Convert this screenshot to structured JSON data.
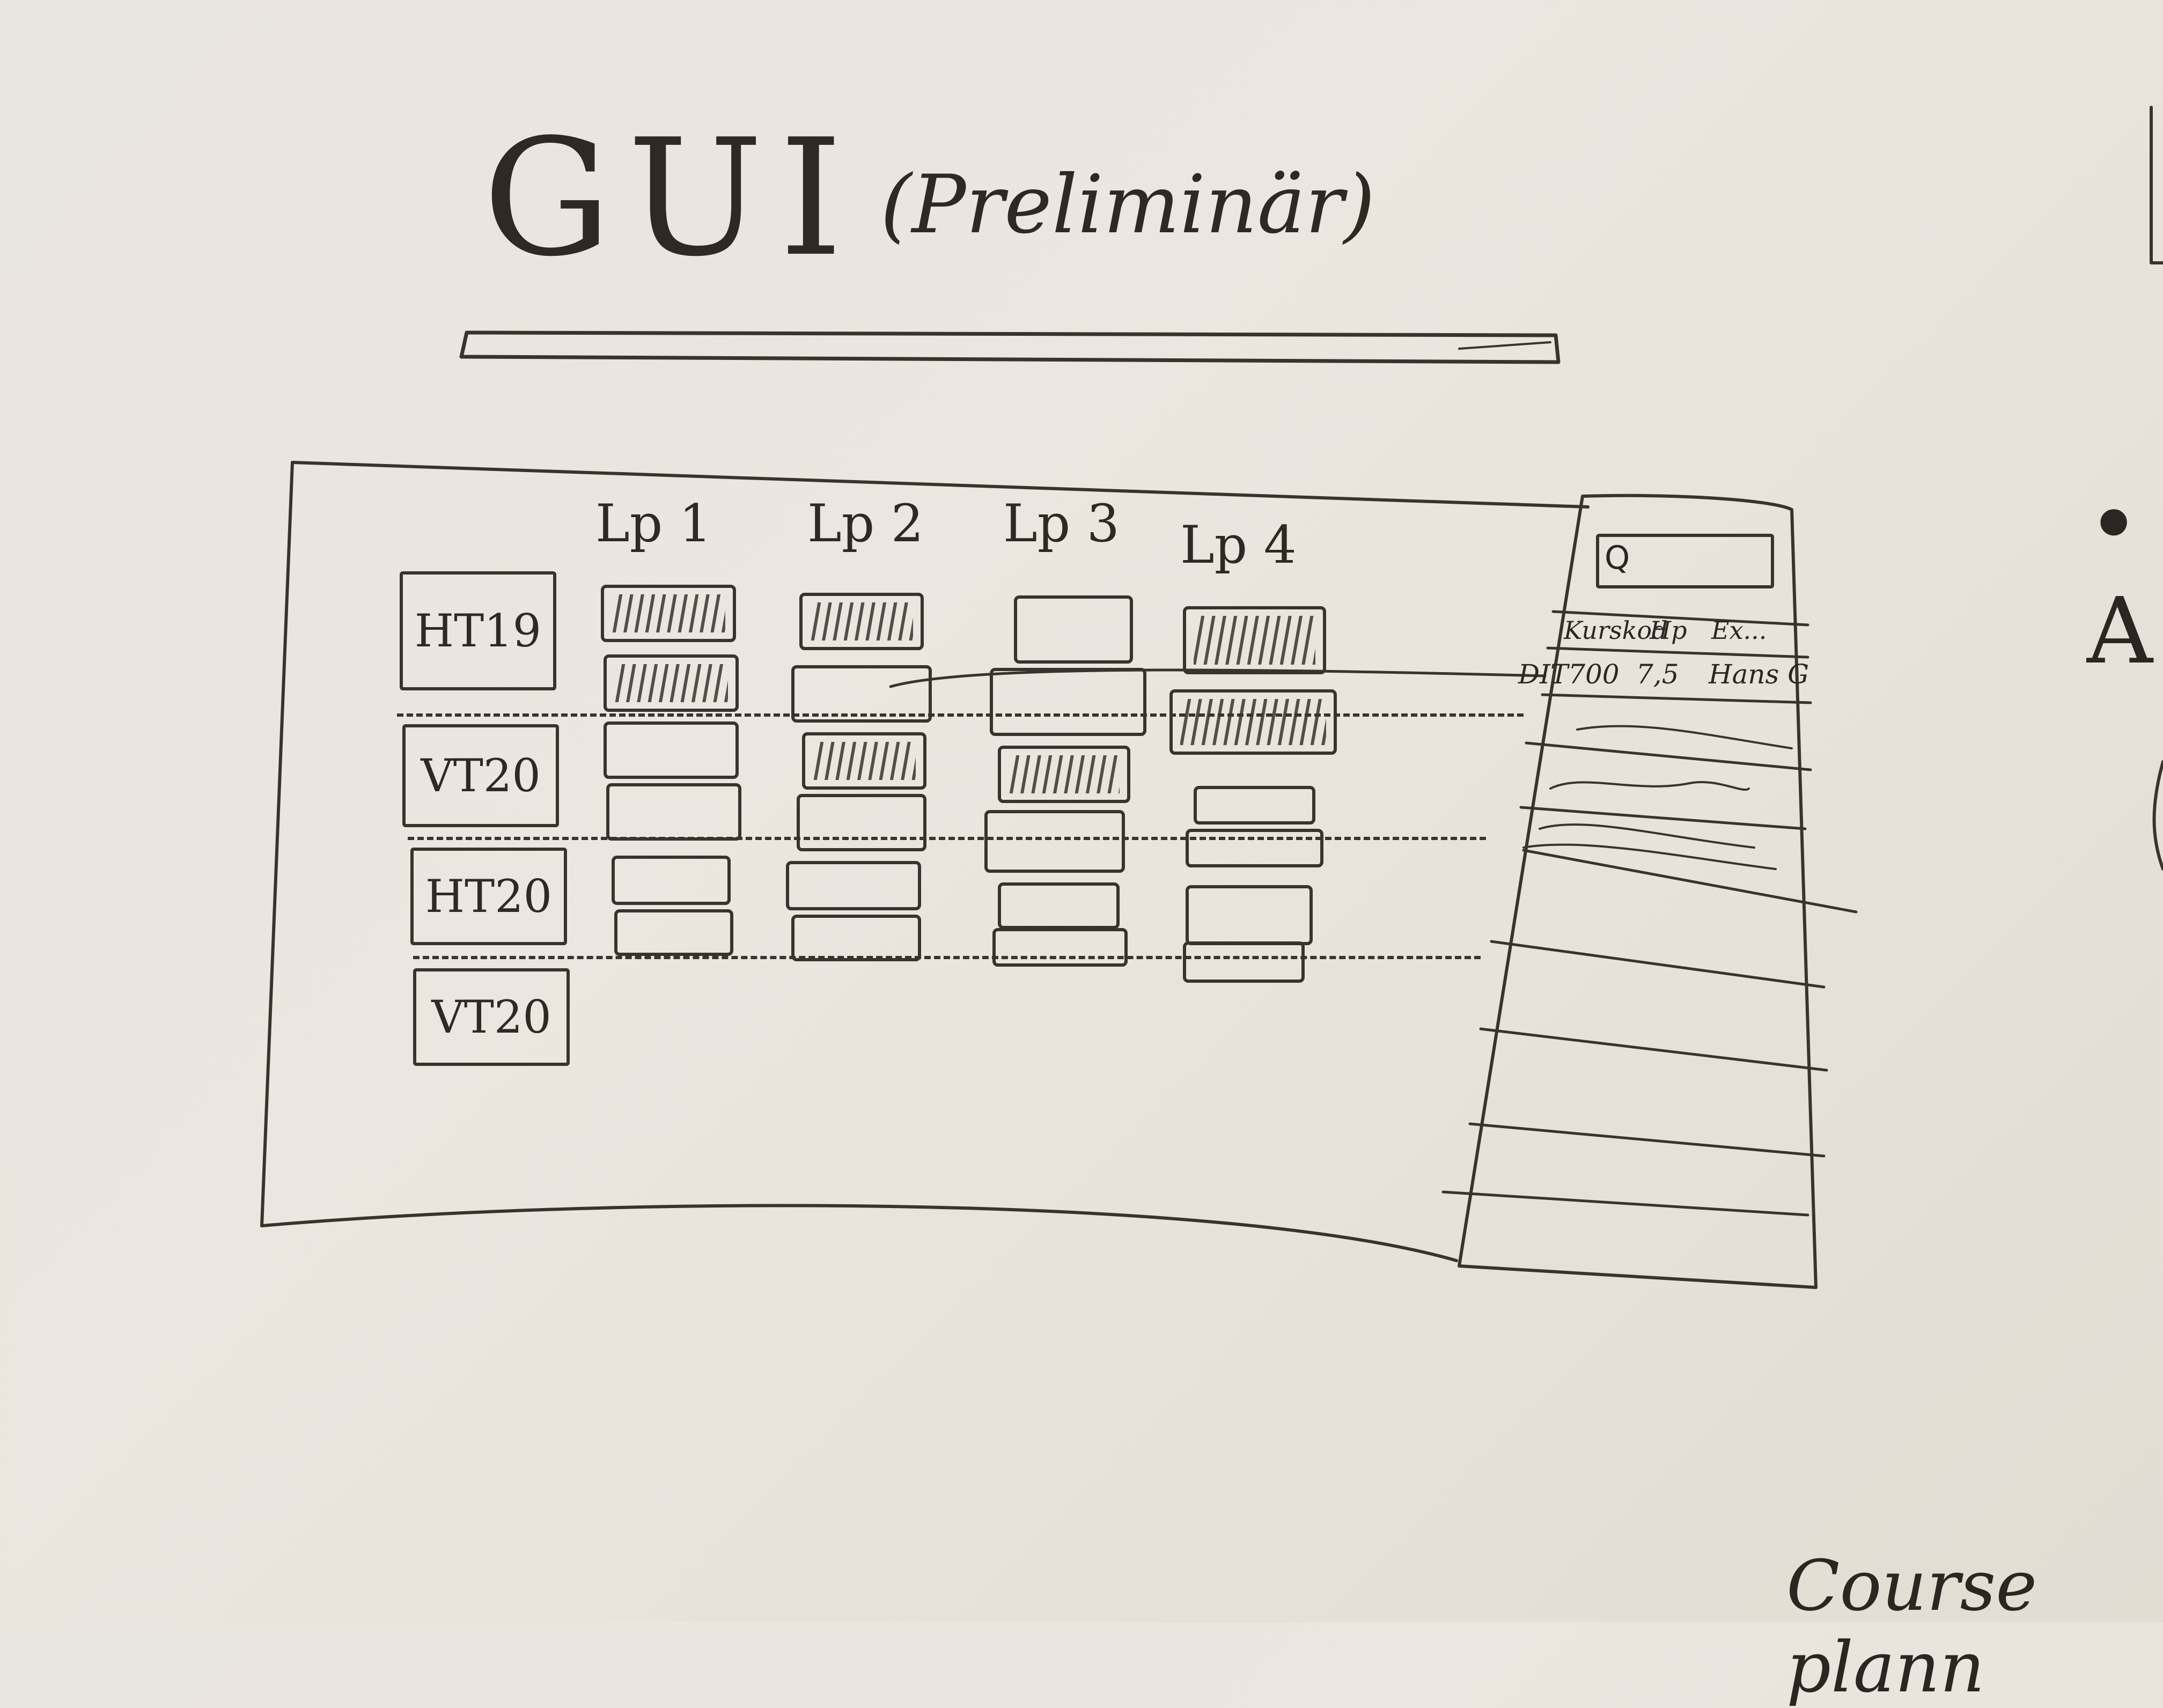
{
  "title": "GUI",
  "subtitle": "(Preliminär)",
  "semesters": [
    "HT19",
    "VT20",
    "HT20",
    "VT20"
  ],
  "study_periods": [
    "Lp 1",
    "Lp 2",
    "Lp 3",
    "Lp 4"
  ],
  "search": {
    "icon": "search-icon",
    "glyph": "Q",
    "columns": [
      "Kurskod",
      "Hp",
      "Ex..."
    ],
    "first_row": [
      "DIT700",
      "7,5",
      "Hans G"
    ]
  },
  "side_bullet": "• A",
  "footer_note": "Course plann"
}
